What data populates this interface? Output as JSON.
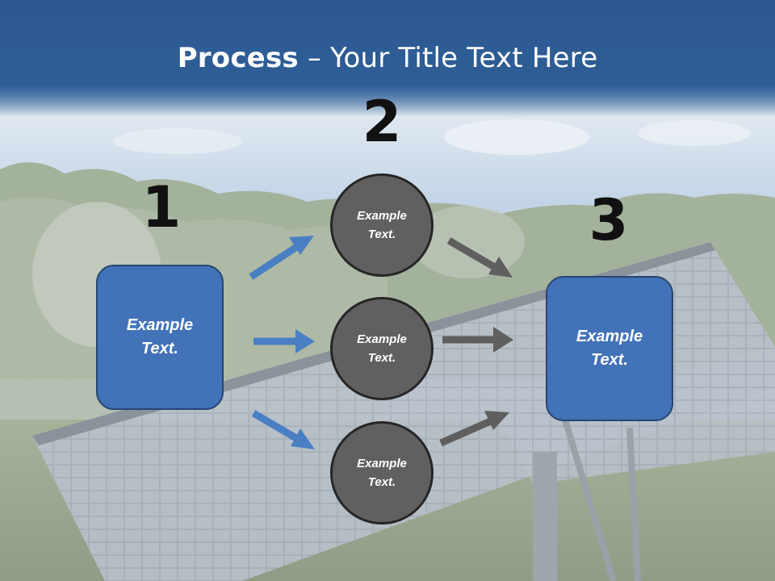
{
  "title": {
    "bold": "Process",
    "rest": " – Your Title Text Here"
  },
  "steps": {
    "one": "1",
    "two": "2",
    "three": "3"
  },
  "left_box": {
    "label": "Example\nText."
  },
  "circles": [
    {
      "label": "Example\nText."
    },
    {
      "label": "Example\nText."
    },
    {
      "label": "Example\nText."
    }
  ],
  "right_box": {
    "label": "Example\nText."
  },
  "colors": {
    "header": "#2d5a93",
    "box_fill": "#4272b8",
    "circle_fill": "#606060",
    "blue_arrow": "#4a7fc4",
    "gray_arrow": "#5f5f5f"
  }
}
